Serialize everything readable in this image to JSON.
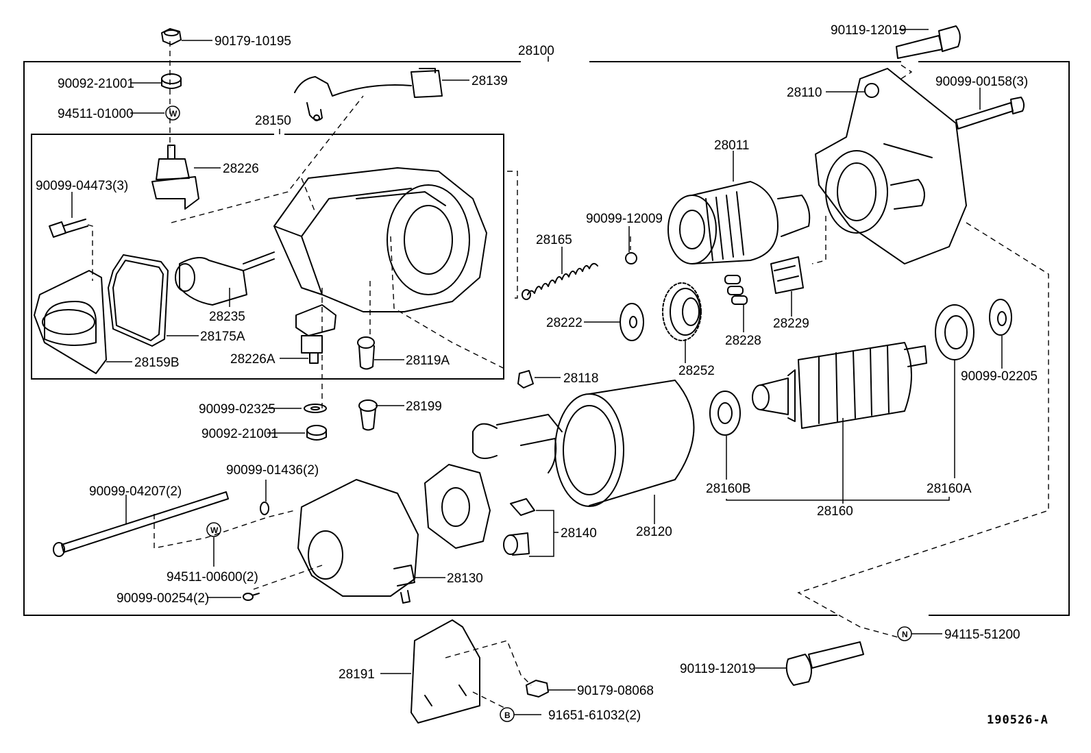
{
  "diagram": {
    "code": "190526-A",
    "assembly": "28100",
    "sub_assembly": "28150",
    "labels": {
      "p90179_10195": "90179-10195",
      "p90092_21001_top": "90092-21001",
      "p94511_01000": "94511-01000",
      "p28139": "28139",
      "p28150": "28150",
      "p28226": "28226",
      "p90099_04473": "90099-04473(3)",
      "p28235": "28235",
      "p28175A": "28175A",
      "p28159B": "28159B",
      "p28226A": "28226A",
      "p28119A": "28119A",
      "p90099_02325": "90099-02325",
      "p90092_21001_bot": "90092-21001",
      "p28199": "28199",
      "p28165": "28165",
      "p90099_12009": "90099-12009",
      "p28011": "28011",
      "p28110": "28110",
      "p90119_12019_top": "90119-12019",
      "p90099_00158": "90099-00158(3)",
      "p28222": "28222",
      "p28252": "28252",
      "p28228": "28228",
      "p28229": "28229",
      "p28118": "28118",
      "p90099_02205": "90099-02205",
      "p28160B": "28160B",
      "p28160A": "28160A",
      "p28160": "28160",
      "p28120": "28120",
      "p28140": "28140",
      "p28130": "28130",
      "p90099_01436": "90099-01436(2)",
      "p90099_04207": "90099-04207(2)",
      "p94511_00600": "94511-00600(2)",
      "p90099_00254": "90099-00254(2)",
      "p28191": "28191",
      "p90179_08068": "90179-08068",
      "p91651_61032": "91651-61032(2)",
      "p94115_51200": "94115-51200",
      "p90119_12019_bot": "90119-12019"
    },
    "symbols": {
      "w1": "W",
      "w2": "W",
      "n": "N",
      "b": "B"
    }
  }
}
